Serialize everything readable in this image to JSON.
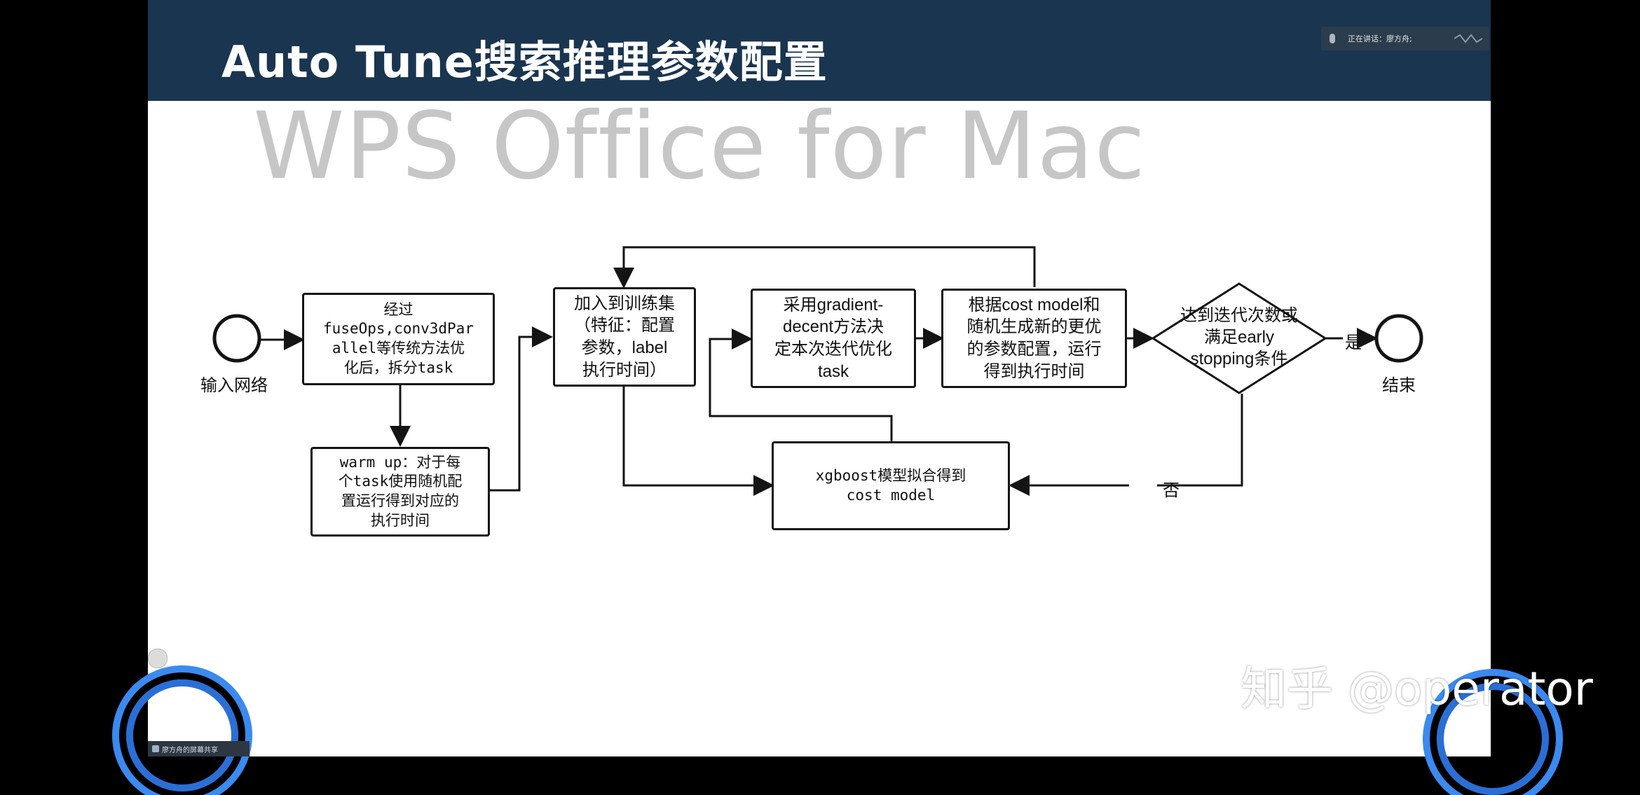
{
  "slide": {
    "title": "Auto Tune搜索推理参数配置",
    "watermark": "WPS Office for Mac",
    "speaking_indicator": "正在讲话：廖方舟;"
  },
  "flowchart": {
    "start_label": "输入网络",
    "end_label": "结束",
    "yes_label": "是",
    "no_label": "否",
    "steps": {
      "split": [
        "经过",
        "fuseOps,conv3dPar",
        "allel等传统方法优",
        "化后，拆分task"
      ],
      "warmup": [
        "warm up：对于每",
        "个task使用随机配",
        "置运行得到对应的",
        "执行时间"
      ],
      "trainset": [
        "加入到训练集",
        "（特征：配置",
        "参数，label",
        "执行时间）"
      ],
      "gradient": [
        "采用gradient-",
        "decent方法决",
        "定本次迭代优化",
        "task"
      ],
      "costmodel": [
        "根据cost model和",
        "随机生成新的更优",
        "的参数配置，运行",
        "得到执行时间"
      ],
      "decision": [
        "达到迭代次数或",
        "满足early",
        "stopping条件"
      ],
      "xgboost": [
        "xgboost模型拟合得到",
        "cost model"
      ]
    }
  },
  "overlay": {
    "brand_watermark": "知乎 @operator",
    "screen_share_label": "廖方舟的屏幕共享"
  },
  "colors": {
    "title_bar": "#1a3550",
    "background": "#000000",
    "slide": "#ffffff",
    "stroke": "#141414"
  }
}
